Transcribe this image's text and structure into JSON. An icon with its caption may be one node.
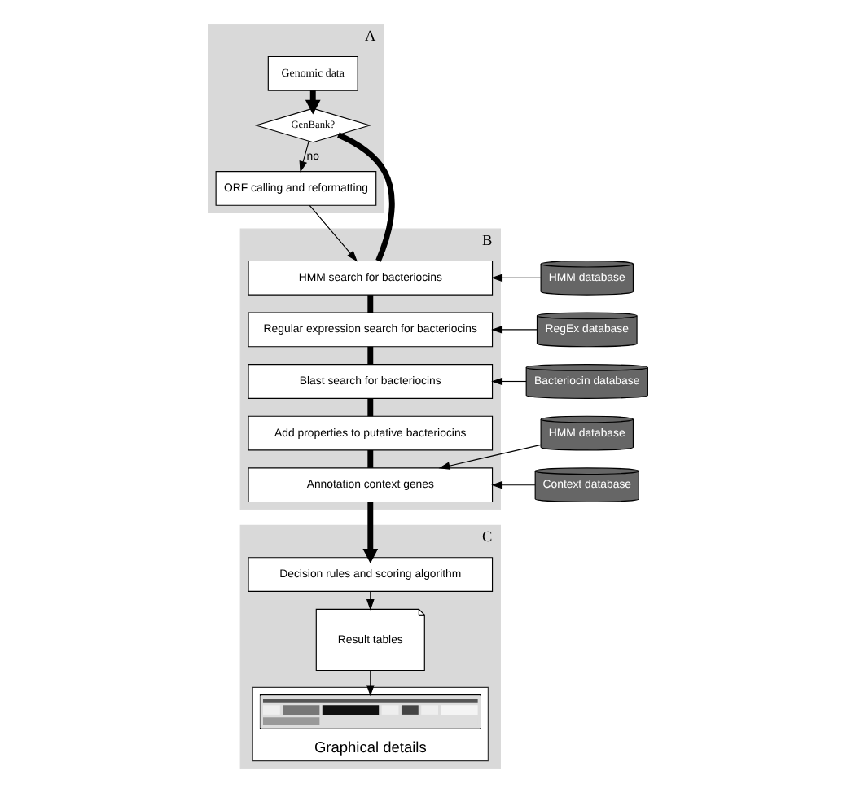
{
  "diagram": {
    "nodes": [
      {
        "text": [
          "A"
        ]
      },
      {
        "text": [
          "Genomic data"
        ],
        "in": 0
      },
      {
        "text": [
          "GenBank?"
        ],
        "in": 0
      },
      {
        "text": [
          "ORF calling and reformatting"
        ],
        "in": 0
      },
      {
        "text": [
          "B"
        ]
      },
      {
        "text": [
          "HMM search for bacteriocins"
        ],
        "in": 4
      },
      {
        "text": [
          "Regular expression search for bacteriocins"
        ],
        "in": 4
      },
      {
        "text": [
          "Blast search for bacteriocins"
        ],
        "in": 4
      },
      {
        "text": [
          "Add properties to putative bacteriocins"
        ],
        "in": 4
      },
      {
        "text": [
          "Annotation context genes"
        ],
        "in": 4
      },
      {
        "text": [
          "C"
        ]
      },
      {
        "text": [
          "Decision rules and scoring algorithm"
        ],
        "in": 10
      },
      {
        "text": [
          "Result tables"
        ],
        "in": 10
      },
      {
        "text": [
          "Graphical details"
        ],
        "in": 10
      },
      {
        "text": [],
        "shape": "picture",
        "in": 13
      },
      {
        "text": [
          "HMM database"
        ]
      },
      {
        "text": [
          "RegEx database"
        ]
      },
      {
        "text": [
          "Bacteriocin database"
        ]
      },
      {
        "text": [
          "HMM database"
        ]
      },
      {
        "text": [
          "Context database"
        ]
      }
    ],
    "edges": [
      {
        "from": 1,
        "to": 2,
        "arrow": "to",
        "style": "thick"
      },
      {
        "from": 2,
        "to": 3,
        "arrow": "to",
        "label": "no"
      },
      {
        "from": 3,
        "to": 5,
        "arrow": "to"
      },
      {
        "from": 2,
        "to": 5,
        "arrow": "none",
        "style": "thick"
      },
      {
        "from": 5,
        "to": 6,
        "arrow": "none",
        "style": "thick"
      },
      {
        "from": 6,
        "to": 7,
        "arrow": "none",
        "style": "thick"
      },
      {
        "from": 7,
        "to": 8,
        "arrow": "none",
        "style": "thick"
      },
      {
        "from": 8,
        "to": 9,
        "arrow": "none",
        "style": "thick"
      },
      {
        "from": 9,
        "to": 11,
        "arrow": "to",
        "style": "thick"
      },
      {
        "from": 15,
        "to": 5,
        "arrow": "to"
      },
      {
        "from": 16,
        "to": 6,
        "arrow": "to"
      },
      {
        "from": 17,
        "to": 7,
        "arrow": "to"
      },
      {
        "from": 18,
        "to": 9,
        "arrow": "to"
      },
      {
        "from": 19,
        "to": 9,
        "arrow": "to"
      },
      {
        "from": 11,
        "to": 12,
        "arrow": "to"
      },
      {
        "from": 12,
        "to": 14,
        "arrow": "to"
      }
    ]
  }
}
